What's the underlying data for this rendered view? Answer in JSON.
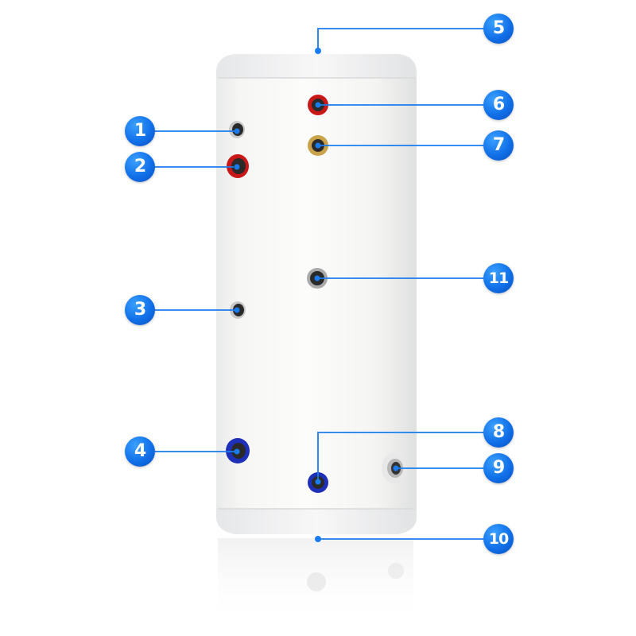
{
  "accent_color": "#1a7cf0",
  "callouts": [
    {
      "label": "1"
    },
    {
      "label": "2"
    },
    {
      "label": "3"
    },
    {
      "label": "4"
    },
    {
      "label": "5"
    },
    {
      "label": "6"
    },
    {
      "label": "7"
    },
    {
      "label": "8"
    },
    {
      "label": "9"
    },
    {
      "label": "10"
    },
    {
      "label": "11"
    }
  ]
}
